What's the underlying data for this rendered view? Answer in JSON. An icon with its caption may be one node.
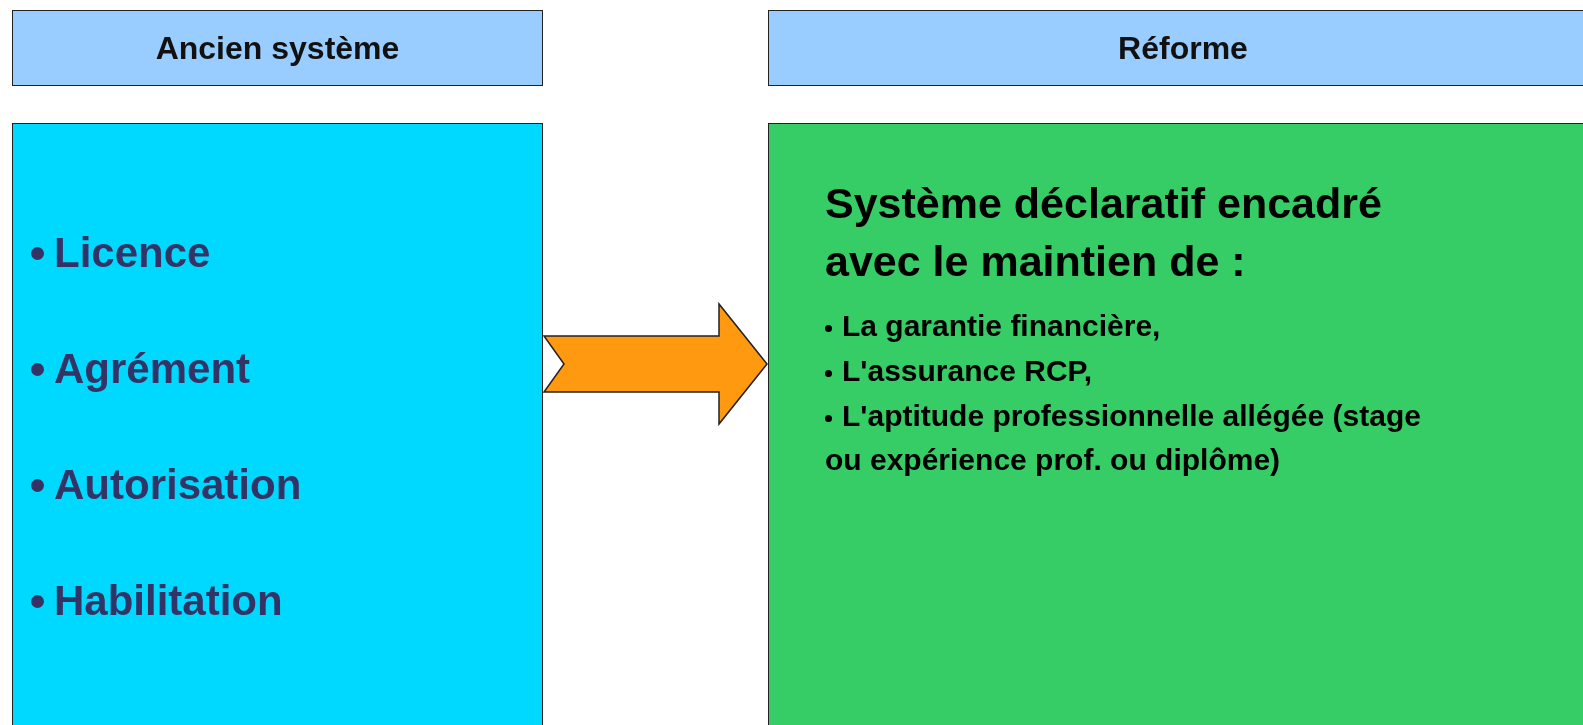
{
  "diagram": {
    "nodes": [
      {
        "text": [
          "Ancien système"
        ]
      },
      {
        "text": [
          "Réforme"
        ]
      },
      {
        "text": [
          "Licence",
          "Agrément",
          "Autorisation",
          "Habilitation"
        ]
      },
      {
        "text": [
          "Système déclaratif encadré avec le maintien de :",
          "La garantie financière,",
          "L'assurance RCP,",
          "L'aptitude professionnelle allégée (stage ou expérience prof. ou diplôme)"
        ]
      }
    ],
    "edges": [
      {
        "from": 2,
        "to": 3,
        "arrow": "to",
        "style": "thick",
        "color": "#ff9910"
      }
    ]
  }
}
